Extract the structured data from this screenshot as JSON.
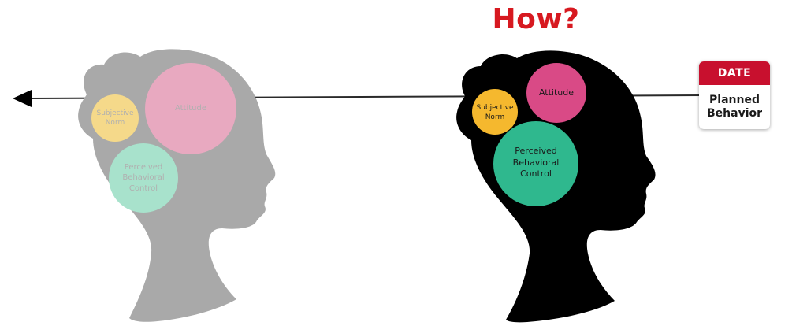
{
  "title": "How?",
  "calendar": {
    "header": "DATE",
    "line1": "Planned",
    "line2": "Behavior"
  },
  "past_head": {
    "subjective_norm_line1": "Subjective",
    "subjective_norm_line2": "Norm",
    "attitude": "Attitude",
    "pbc_line1": "Perceived",
    "pbc_line2": "Behavioral",
    "pbc_line3": "Control"
  },
  "current_head": {
    "subjective_norm_line1": "Subjective",
    "subjective_norm_line2": "Norm",
    "attitude": "Attitude",
    "pbc_line1": "Perceived",
    "pbc_line2": "Behavioral",
    "pbc_line3": "Control"
  },
  "colors": {
    "title": "#d71920",
    "calendar_header": "#c8102e",
    "subjective_norm": "#f5b82e",
    "attitude": "#d94a86",
    "perceived_behavioral_control": "#2fb88e",
    "ghost_silhouette": "#a9a9a9",
    "front_silhouette": "#000000"
  }
}
